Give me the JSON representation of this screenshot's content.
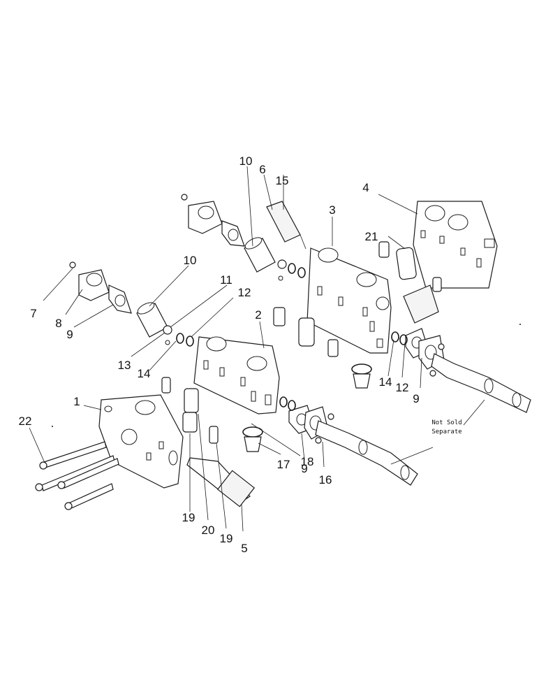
{
  "callouts": {
    "c1": "1",
    "c2": "2",
    "c3": "3",
    "c4": "4",
    "c5": "5",
    "c6": "6",
    "c7": "7",
    "c8": "8",
    "c9a": "9",
    "c9b": "9",
    "c9c": "9",
    "c10a": "10",
    "c10b": "10",
    "c11": "11",
    "c12a": "12",
    "c12b": "12",
    "c13": "13",
    "c14a": "14",
    "c14b": "14",
    "c15": "15",
    "c16": "16",
    "c17": "17",
    "c18": "18",
    "c19a": "19",
    "c19b": "19",
    "c20": "20",
    "c21": "21",
    "c22": "22"
  },
  "note": {
    "line1": "Not Sold",
    "line2": "Separate"
  }
}
